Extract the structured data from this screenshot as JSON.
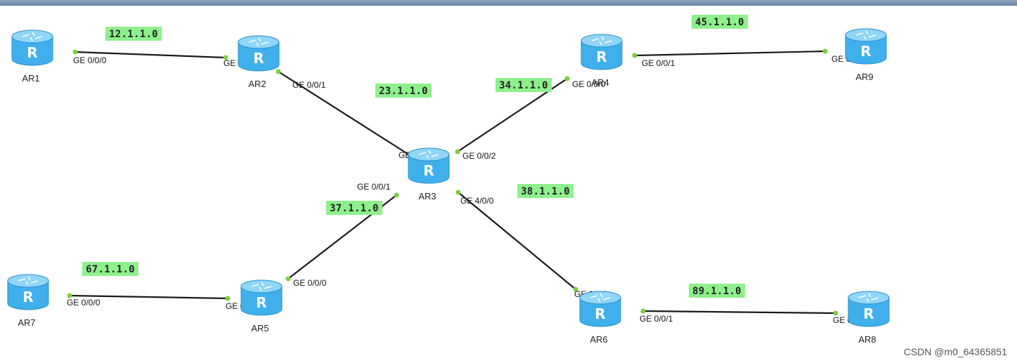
{
  "routers": [
    {
      "id": "AR1",
      "label": "AR1"
    },
    {
      "id": "AR2",
      "label": "AR2"
    },
    {
      "id": "AR3",
      "label": "AR3"
    },
    {
      "id": "AR4",
      "label": "AR4"
    },
    {
      "id": "AR5",
      "label": "AR5"
    },
    {
      "id": "AR6",
      "label": "AR6"
    },
    {
      "id": "AR7",
      "label": "AR7"
    },
    {
      "id": "AR8",
      "label": "AR8"
    },
    {
      "id": "AR9",
      "label": "AR9"
    }
  ],
  "router_glyph": "R",
  "links": [
    {
      "a": "AR1",
      "a_port": "GE 0/0/0",
      "b": "AR2",
      "b_port": "GE 0/0/0",
      "network": "12.1.1.0"
    },
    {
      "a": "AR2",
      "a_port": "GE 0/0/1",
      "b": "AR3",
      "b_port": "GE 0/0/0",
      "network": "23.1.1.0"
    },
    {
      "a": "AR3",
      "a_port": "GE 0/0/2",
      "b": "AR4",
      "b_port": "GE 0/0/0",
      "network": "34.1.1.0"
    },
    {
      "a": "AR4",
      "a_port": "GE 0/0/1",
      "b": "AR9",
      "b_port": "GE 0/0/0",
      "network": "45.1.1.0"
    },
    {
      "a": "AR3",
      "a_port": "GE 0/0/1",
      "b": "AR5",
      "b_port": "GE 0/0/0",
      "network": "37.1.1.0"
    },
    {
      "a": "AR3",
      "a_port": "GE 4/0/0",
      "b": "AR6",
      "b_port": "GE 0/0/0",
      "network": "38.1.1.0"
    },
    {
      "a": "AR7",
      "a_port": "GE 0/0/0",
      "b": "AR5",
      "b_port": "GE 0/0/1",
      "network": "67.1.1.0"
    },
    {
      "a": "AR6",
      "a_port": "GE 0/0/1",
      "b": "AR8",
      "b_port": "GE 0/0/0",
      "network": "89.1.1.0"
    }
  ],
  "colors": {
    "router_body": "#3fb0ec",
    "router_top": "#8fd6f8",
    "link": "#1a1a1a",
    "port_dot": "#7ccf3a",
    "network_label_bg": "#8ef08c"
  },
  "watermark": "CSDN @m0_64365851"
}
